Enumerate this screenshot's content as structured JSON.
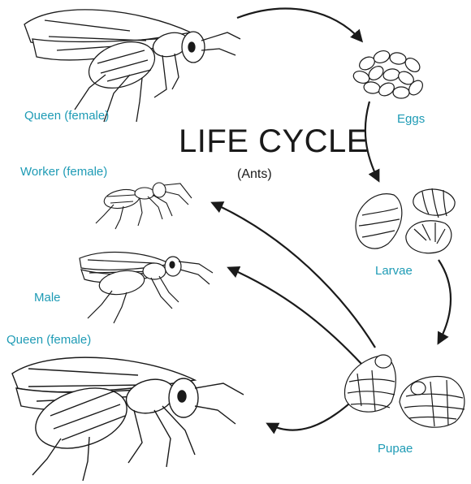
{
  "diagram": {
    "title": "LIFE CYCLE",
    "subtitle": "(Ants)",
    "label_color": "#1e9bb5",
    "stages": {
      "queen_top": "Queen (female)",
      "eggs": "Eggs",
      "worker": "Worker (female)",
      "larvae": "Larvae",
      "male": "Male",
      "queen_bottom": "Queen (female)",
      "pupae": "Pupae"
    },
    "icons": [
      "queen-ant-icon",
      "eggs-icon",
      "larvae-icon",
      "worker-ant-icon",
      "male-ant-icon",
      "pupae-icon"
    ]
  }
}
